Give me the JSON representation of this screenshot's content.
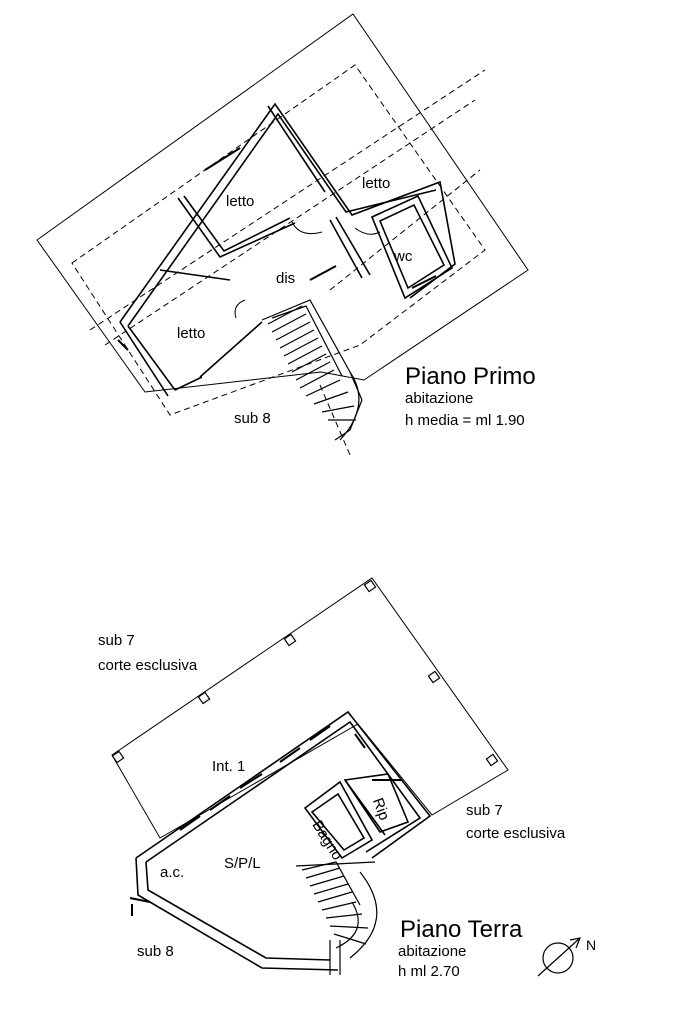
{
  "first_floor": {
    "rooms": {
      "letto_1": "letto",
      "letto_2": "letto",
      "letto_3": "letto",
      "wc": "wc",
      "dis": "dis"
    },
    "title": "Piano Primo",
    "usage": "abitazione",
    "height": "h media = ml 1.90",
    "sub": "sub 8"
  },
  "ground_floor": {
    "court_top": {
      "sub": "sub 7",
      "desc": "corte esclusiva"
    },
    "court_right": {
      "sub": "sub 7",
      "desc": "corte esclusiva"
    },
    "rooms": {
      "int": "Int. 1",
      "bagno": "Bagno",
      "rip": "Rip",
      "spl": "S/P/L",
      "ac": "a.c."
    },
    "title": "Piano Terra",
    "usage": "abitazione",
    "height": "h ml 2.70",
    "sub": "sub 8"
  },
  "compass": {
    "label": "N"
  }
}
